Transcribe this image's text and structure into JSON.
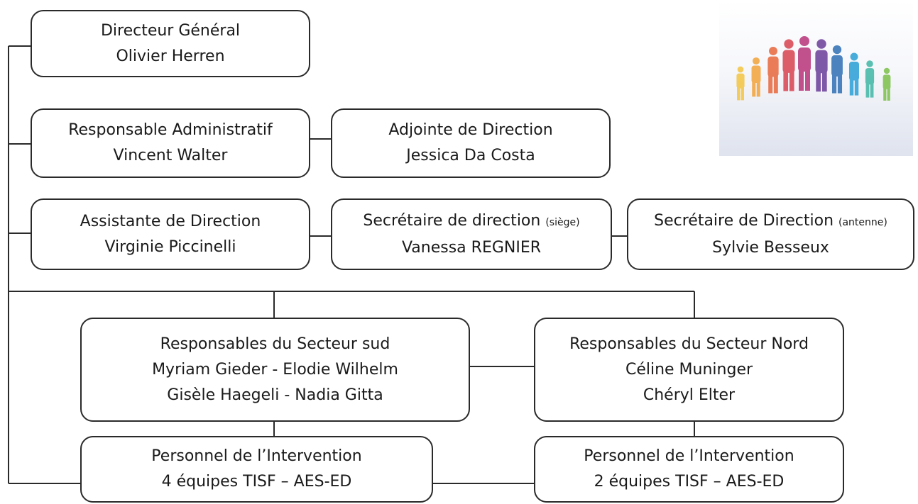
{
  "nodes": {
    "directeur": {
      "title": "Directeur Général",
      "name": "Olivier Herren"
    },
    "resp_admin": {
      "title": "Responsable Administratif",
      "name": "Vincent Walter"
    },
    "adjointe": {
      "title": "Adjointe de Direction",
      "name": "Jessica Da Costa"
    },
    "assistante": {
      "title": "Assistante de Direction",
      "name": "Virginie Piccinelli"
    },
    "secretaire_siege": {
      "title": "Secrétaire de direction",
      "title_note": "(siège)",
      "name": "Vanessa REGNIER"
    },
    "secretaire_antenne": {
      "title": "Secrétaire de Direction",
      "title_note": "(antenne)",
      "name": "Sylvie Besseux"
    },
    "secteur_sud": {
      "title": "Responsables du Secteur sud",
      "line2": "Myriam Gieder -  Elodie Wilhelm",
      "line3": "Gisèle Haegeli -  Nadia Gitta"
    },
    "secteur_nord": {
      "title": "Responsables du Secteur Nord",
      "line2": "Céline Muninger",
      "line3": "Chéryl Elter"
    },
    "personnel_sud": {
      "title": "Personnel de l’Intervention",
      "teams": "4 équipes TISF – AES-ED"
    },
    "personnel_nord": {
      "title": "Personnel de l’Intervention",
      "teams": "2 équipes TISF – AES-ED"
    }
  },
  "logo": {
    "icon": "people-group-icon",
    "colors": [
      "#f4c542",
      "#f2a33a",
      "#e8673c",
      "#d8424f",
      "#b8347a",
      "#6a3d9a",
      "#2f6fb5",
      "#2a9fd6",
      "#3fb7a5",
      "#7cc04a"
    ]
  }
}
